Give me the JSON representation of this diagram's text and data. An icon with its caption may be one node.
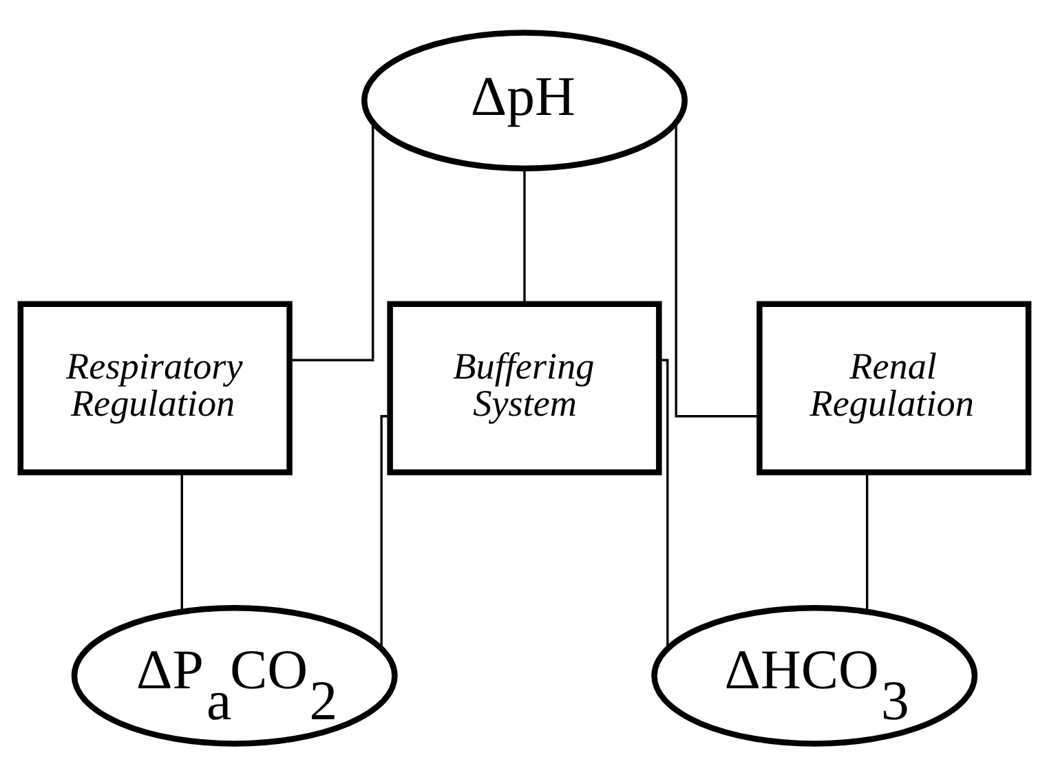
{
  "diagram": {
    "nodes": [
      {
        "text": [
          "ΔpH"
        ]
      },
      {
        "text": [
          "Respiratory Regulation"
        ]
      },
      {
        "text": [
          "Buffering System"
        ]
      },
      {
        "text": [
          "Renal Regulation"
        ]
      },
      {
        "text": [
          "ΔP$_{a}$CO$_{2}$"
        ]
      },
      {
        "text": [
          "ΔHCO$_{3}$"
        ]
      }
    ],
    "edges": [
      {
        "from": 0,
        "to": 1,
        "arrow": "none"
      },
      {
        "from": 0,
        "to": 2,
        "arrow": "none"
      },
      {
        "from": 0,
        "to": 3,
        "arrow": "none"
      },
      {
        "from": 1,
        "to": 4,
        "arrow": "none"
      },
      {
        "from": 2,
        "to": 4,
        "arrow": "none"
      },
      {
        "from": 2,
        "to": 5,
        "arrow": "none"
      },
      {
        "from": 3,
        "to": 5,
        "arrow": "none"
      }
    ]
  }
}
